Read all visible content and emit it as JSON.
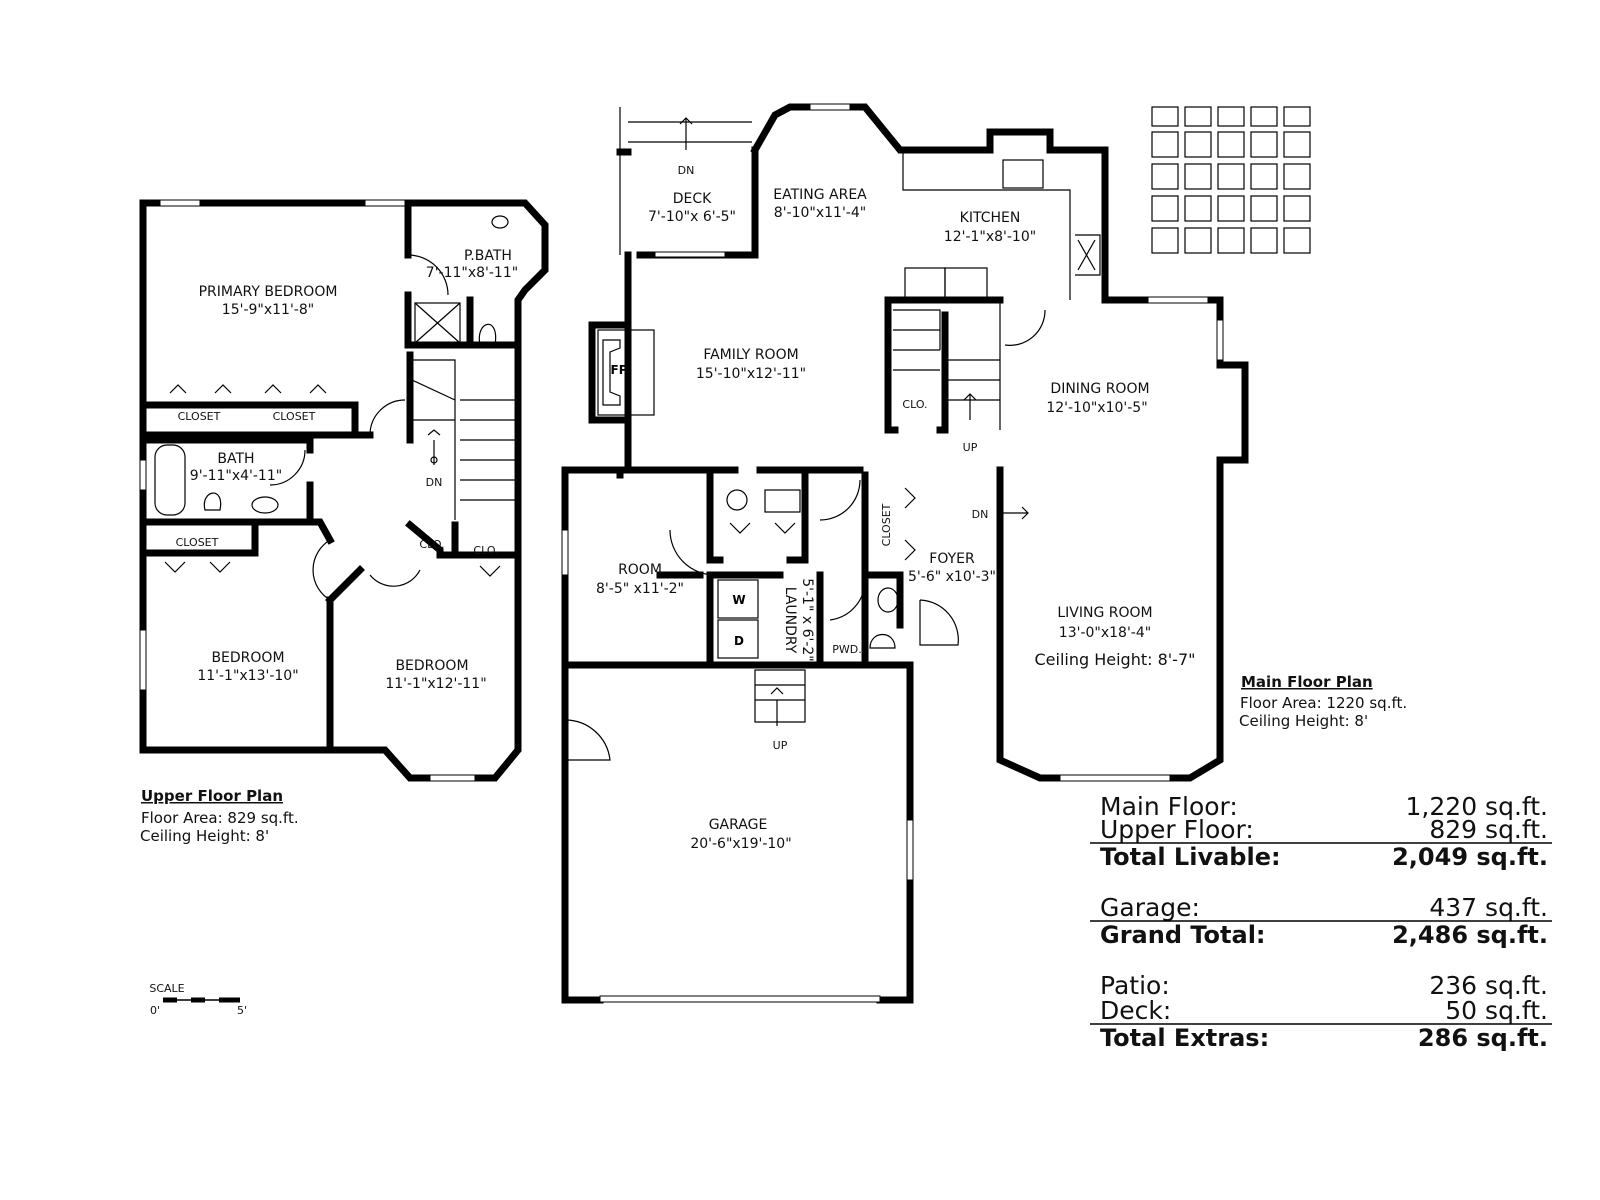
{
  "upper_floor": {
    "rooms": [
      {
        "name": "PRIMARY BEDROOM",
        "dims": "15'-9\"x11'-8\""
      },
      {
        "name": "P.BATH",
        "dims": "7'-11\"x8'-11\""
      },
      {
        "name": "BATH",
        "dims": "9'-11\"x4'-11\""
      },
      {
        "name": "BEDROOM",
        "dims": "11'-1\"x13'-10\""
      },
      {
        "name": "BEDROOM",
        "dims": "11'-1\"x12'-11\""
      }
    ],
    "closets": [
      "CLOSET",
      "CLOSET",
      "CLOSET",
      "CLO.",
      "CLO."
    ],
    "stair_label": "DN",
    "title": "Upper Floor Plan",
    "floor_area": "Floor Area: 829 sq.ft.",
    "ceiling_height": "Ceiling Height: 8'"
  },
  "main_floor": {
    "rooms": [
      {
        "name": "DECK",
        "dims": "7'-10\"x  6'-5\""
      },
      {
        "name": "EATING AREA",
        "dims": "8'-10\"x11'-4\""
      },
      {
        "name": "KITCHEN",
        "dims": "12'-1\"x8'-10\""
      },
      {
        "name": "FAMILY ROOM",
        "dims": "15'-10\"x12'-11\""
      },
      {
        "name": "DINING ROOM",
        "dims": "12'-10\"x10'-5\""
      },
      {
        "name": "ROOM",
        "dims": "8'-5\" x11'-2\""
      },
      {
        "name": "FOYER",
        "dims": "5'-6\" x10'-3\""
      },
      {
        "name": "LIVING ROOM",
        "dims": "13'-0\"x18'-4\"",
        "note": "Ceiling Height: 8'-7\""
      },
      {
        "name": "LAUNDRY",
        "dims": "5'-1\" x 6'-2\""
      },
      {
        "name": "GARAGE",
        "dims": "20'-6\"x19'-10\""
      }
    ],
    "labels": {
      "fireplace": "FP",
      "closet": "CLOSET",
      "clo": "CLO.",
      "pwd": "PWD.",
      "washer": "W",
      "dryer": "D",
      "deck_dn": "DN",
      "stair_up": "UP",
      "foyer_dn": "DN",
      "garage_up": "UP"
    },
    "title": "Main Floor Plan",
    "floor_area": "Floor Area: 1220 sq.ft.",
    "ceiling_height": "Ceiling Height: 8'"
  },
  "scale": {
    "label": "SCALE",
    "min": "0'",
    "max": "5'"
  },
  "area_summary": [
    {
      "label": "Main Floor:",
      "value": "1,220 sq.ft.",
      "bold": false
    },
    {
      "label": "Upper Floor:",
      "value": "829 sq.ft.",
      "bold": false
    },
    {
      "label": "Total Livable:",
      "value": "2,049 sq.ft.",
      "bold": true
    },
    {
      "label": "Garage:",
      "value": "437 sq.ft.",
      "bold": false
    },
    {
      "label": "Grand Total:",
      "value": "2,486 sq.ft.",
      "bold": true
    },
    {
      "label": "Patio:",
      "value": "236 sq.ft.",
      "bold": false
    },
    {
      "label": "Deck:",
      "value": "50 sq.ft.",
      "bold": false
    },
    {
      "label": "Total Extras:",
      "value": "286 sq.ft.",
      "bold": true
    }
  ]
}
